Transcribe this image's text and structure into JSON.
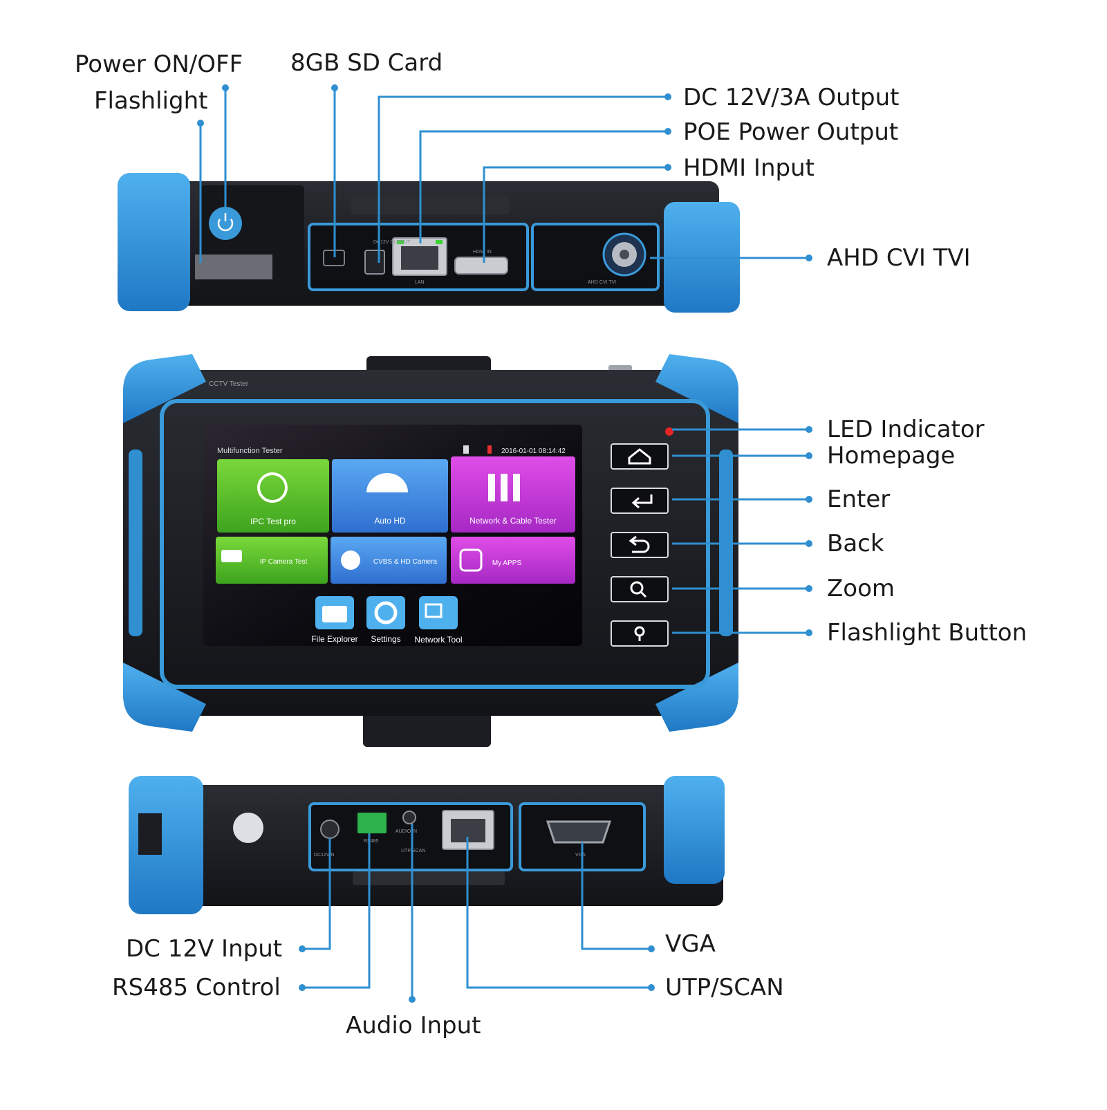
{
  "labels": {
    "power": "Power ON/OFF",
    "flashlight": "Flashlight",
    "sd_card": "8GB SD Card",
    "dc_output": "DC 12V/3A Output",
    "poe_output": "POE Power Output",
    "hdmi_input": "HDMI Input",
    "ahd": "AHD CVI TVI",
    "led": "LED Indicator",
    "homepage": "Homepage",
    "enter": "Enter",
    "back": "Back",
    "zoom": "Zoom",
    "flash_button": "Flashlight Button",
    "dc_input": "DC 12V Input",
    "rs485": "RS485 Control",
    "audio_input": "Audio Input",
    "vga": "VGA",
    "utp_scan": "UTP/SCAN"
  },
  "device": {
    "brand": "CCTV Tester",
    "screen_title": "Multifunction Tester",
    "datetime": "2016-01-01 08:14:42",
    "tiles": [
      "IPC Test pro",
      "Auto HD",
      "Network & Cable Tester",
      "IP Camera Test",
      "CVBS & HD Camera",
      "My APPS"
    ],
    "apps": [
      "File Explorer",
      "Settings",
      "Network Tool"
    ],
    "port_labels": {
      "dc_out": "DC12V OUTPUT",
      "lan": "LAN",
      "hdmi": "HDMI IN",
      "bnc": "AHD CVI TVI",
      "dc_in": "DC12VIN",
      "rs485": "RS485",
      "audio_in": "AUDIO IN",
      "utp_scan": "UTP/SCAN",
      "vga": "VGA"
    }
  },
  "colors": {
    "accent_blue": "#3a9ad9",
    "line_blue": "#2f8fd0",
    "body_dark": "#1b1d22",
    "tile_green": "#5cc12e",
    "tile_blue": "#3f8fe6",
    "tile_magenta": "#c93ad6"
  }
}
